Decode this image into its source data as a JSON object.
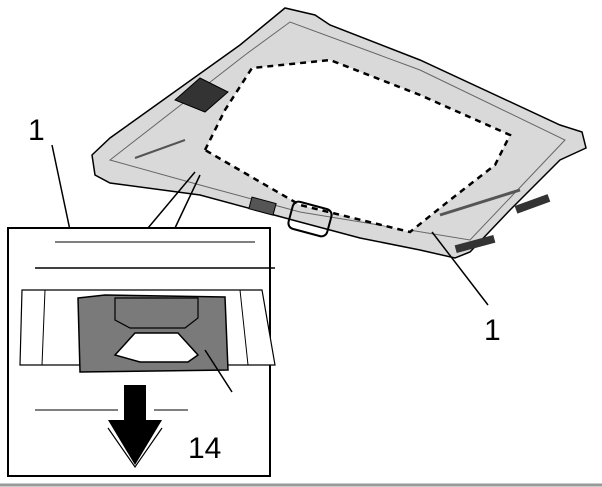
{
  "labels": {
    "callout_top_left": "1",
    "callout_right": "1",
    "callout_clip": "14"
  },
  "colors": {
    "panel_fill": "#d9d9d9",
    "clip_fill": "#7a7a7a",
    "line": "#000000",
    "footer_rule": "#999999"
  }
}
